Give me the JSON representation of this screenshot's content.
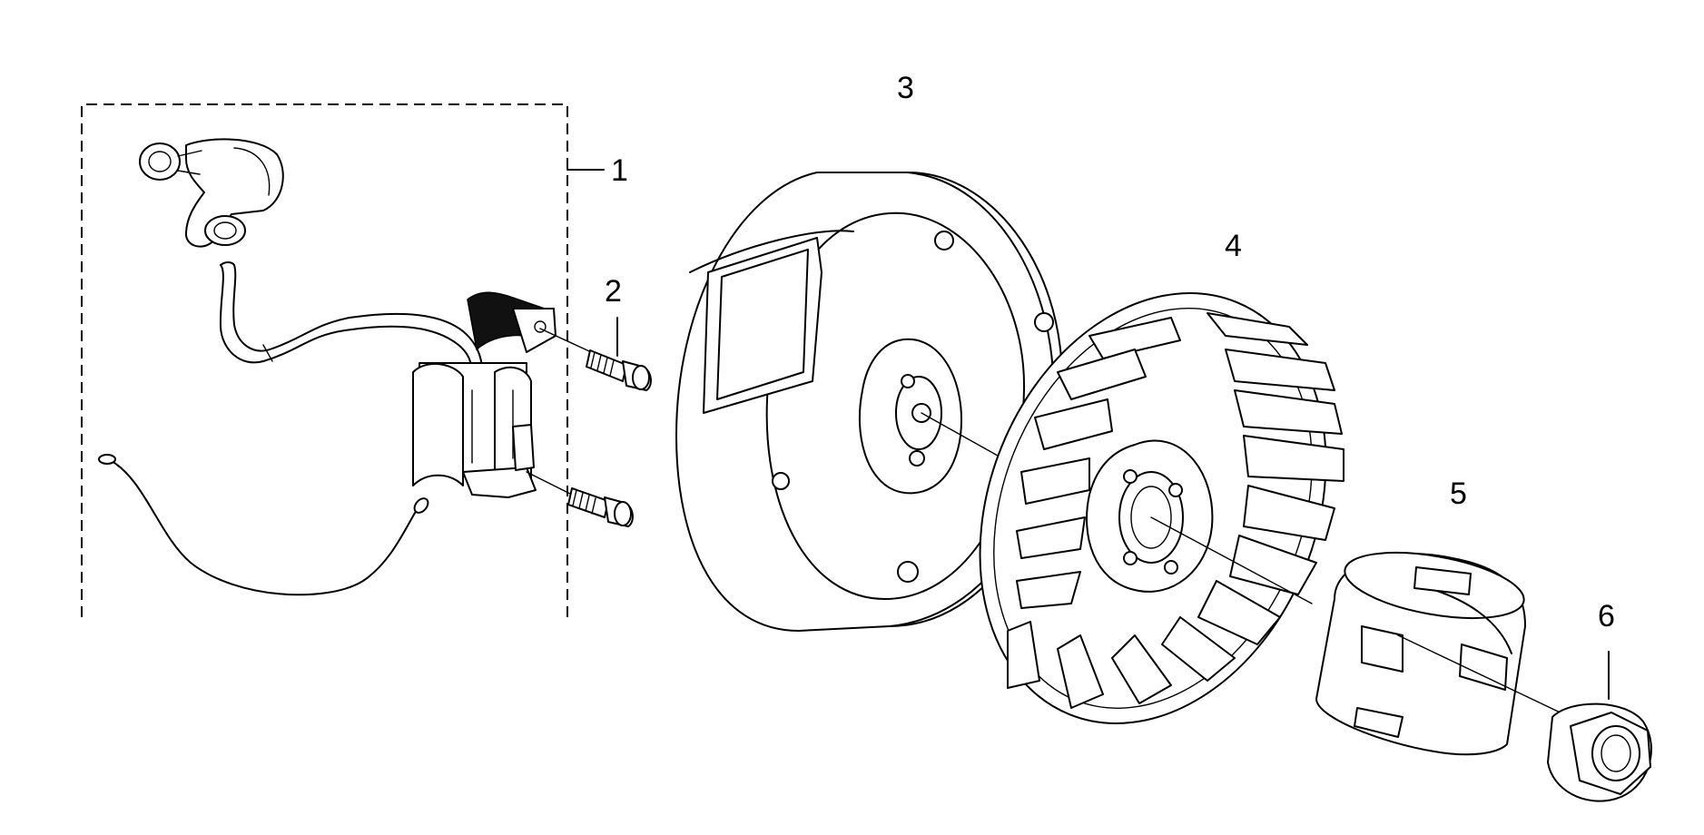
{
  "callouts": {
    "part1": "1",
    "part2": "2",
    "part3": "3",
    "part4": "4",
    "part5": "5",
    "part6": "6"
  }
}
